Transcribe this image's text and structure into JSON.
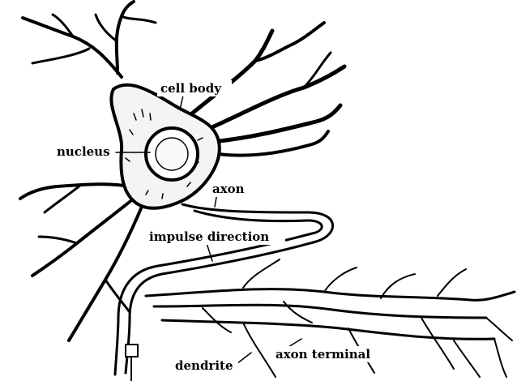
{
  "diagram": {
    "labels": {
      "cell_body": "cell body",
      "nucleus": "nucleus",
      "axon": "axon",
      "impulse_direction": "impulse direction",
      "dendrite": "dendrite",
      "axon_terminal": "axon terminal"
    },
    "ink_color": "#000000",
    "background_color": "#ffffff"
  }
}
